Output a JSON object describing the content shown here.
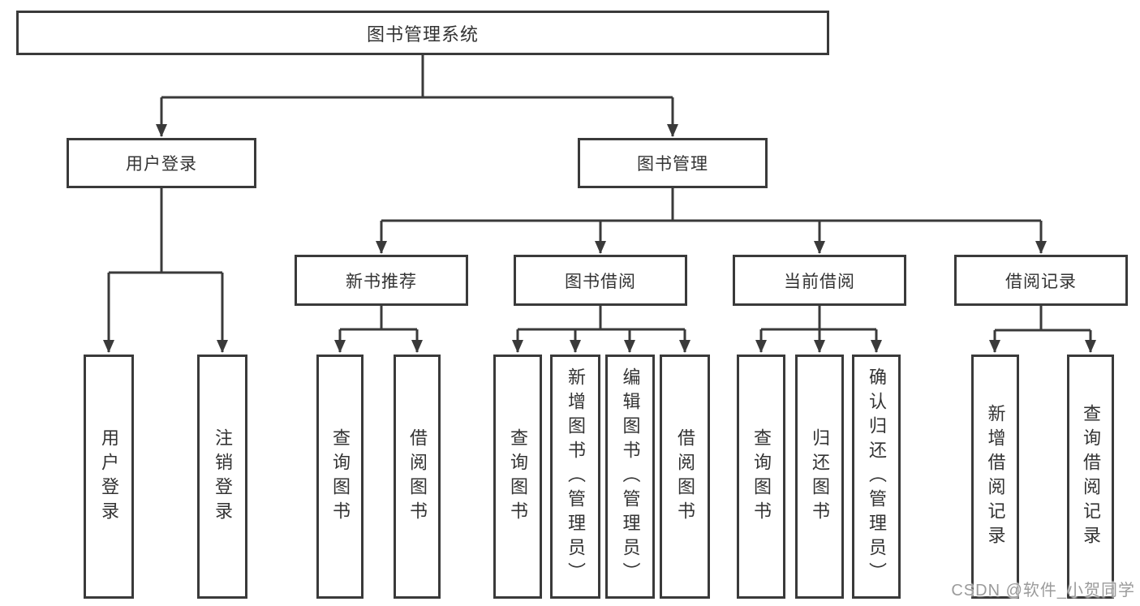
{
  "tree": {
    "root": "图书管理系统",
    "branches": [
      {
        "label": "用户登录",
        "children": [
          "用户登录",
          "注销登录"
        ]
      },
      {
        "label": "图书管理",
        "modules": [
          {
            "label": "新书推荐",
            "children": [
              "查询图书",
              "借阅图书"
            ]
          },
          {
            "label": "图书借阅",
            "children": [
              "查询图书",
              "新增图书（管理员）",
              "编辑图书（管理员）",
              "借阅图书"
            ]
          },
          {
            "label": "当前借阅",
            "children": [
              "查询图书",
              "归还图书",
              "确认归还（管理员）"
            ]
          },
          {
            "label": "借阅记录",
            "children": [
              "新增借阅记录",
              "查询借阅记录"
            ]
          }
        ]
      }
    ]
  },
  "watermark": "CSDN @软件_小贺同学",
  "colors": {
    "line": "#3a3a3a",
    "text": "#333333",
    "watermark": "#9b9b9b",
    "background": "#ffffff"
  }
}
